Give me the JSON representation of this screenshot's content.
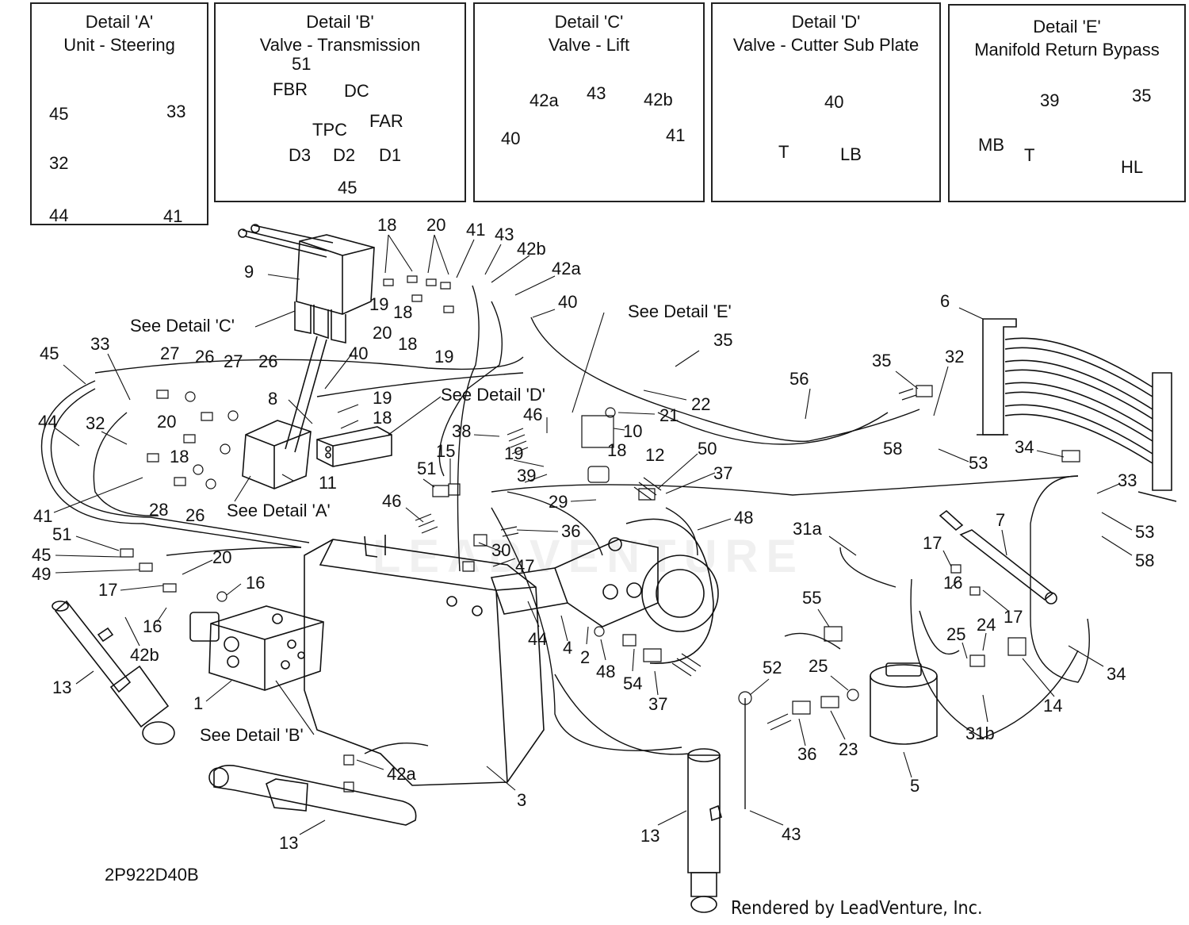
{
  "details": [
    {
      "id": "A",
      "title_line1": "Detail 'A'",
      "title_line2": "Unit - Steering",
      "ports": [
        "45",
        "33",
        "32",
        "44",
        "41"
      ]
    },
    {
      "id": "B",
      "title_line1": "Detail 'B'",
      "title_line2": "Valve - Transmission",
      "callouts": [
        "51",
        "45"
      ],
      "ports": [
        "FBR",
        "DC",
        "TPC",
        "FAR",
        "D3",
        "D2",
        "D1"
      ]
    },
    {
      "id": "C",
      "title_line1": "Detail 'C'",
      "title_line2": "Valve - Lift",
      "ports": [
        "42a",
        "43",
        "42b",
        "40",
        "41"
      ]
    },
    {
      "id": "D",
      "title_line1": "Detail 'D'",
      "title_line2": "Valve - Cutter Sub Plate",
      "callouts": [
        "40"
      ],
      "ports": [
        "T",
        "LB"
      ]
    },
    {
      "id": "E",
      "title_line1": "Detail 'E'",
      "title_line2": "Manifold Return Bypass",
      "callouts": [
        "39",
        "35"
      ],
      "ports": [
        "MB",
        "T",
        "HL"
      ]
    }
  ],
  "see_detail": {
    "A": "See Detail 'A'",
    "B": "See Detail 'B'",
    "C": "See Detail 'C'",
    "D": "See Detail 'D'",
    "E": "See Detail 'E'"
  },
  "callouts": [
    "18",
    "20",
    "41",
    "43",
    "42b",
    "42a",
    "9",
    "19",
    "18",
    "40",
    "20",
    "18",
    "19",
    "40",
    "45",
    "33",
    "27",
    "26",
    "27",
    "26",
    "44",
    "32",
    "20",
    "18",
    "8",
    "19",
    "18",
    "41",
    "28",
    "26",
    "11",
    "38",
    "46",
    "15",
    "51",
    "19",
    "18",
    "12",
    "39",
    "29",
    "10",
    "21",
    "22",
    "35",
    "35",
    "56",
    "6",
    "32",
    "50",
    "37",
    "48",
    "36",
    "30",
    "47",
    "46",
    "51",
    "45",
    "49",
    "20",
    "17",
    "16",
    "16",
    "42b",
    "13",
    "1",
    "3",
    "42a",
    "13",
    "44",
    "4",
    "2",
    "48",
    "54",
    "37",
    "13",
    "43",
    "52",
    "36",
    "23",
    "25",
    "5",
    "55",
    "31a",
    "17",
    "16",
    "7",
    "17",
    "25",
    "24",
    "14",
    "34",
    "31b",
    "58",
    "53",
    "34",
    "33",
    "53",
    "58"
  ],
  "diagram_id": "2P922D40B",
  "render_credit": "Rendered by LeadVenture, Inc.",
  "watermark": "LEADVENTURE"
}
